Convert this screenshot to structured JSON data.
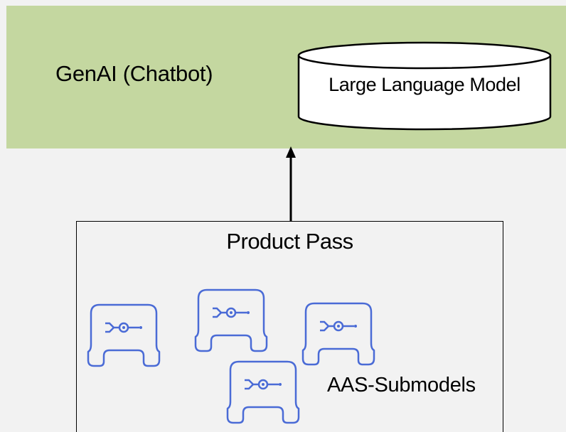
{
  "diagram": {
    "genai_label": "GenAI (Chatbot)",
    "llm_label": "Large Language Model",
    "product_pass_title": "Product Pass",
    "submodels_label": "AAS-Submodels"
  },
  "colors": {
    "genai_panel": "#c4d7a0",
    "background": "#f2f2f2",
    "icon_stroke": "#4a6bd6"
  },
  "icons": [
    "database-cylinder",
    "submodel-icon",
    "arrow-up"
  ]
}
